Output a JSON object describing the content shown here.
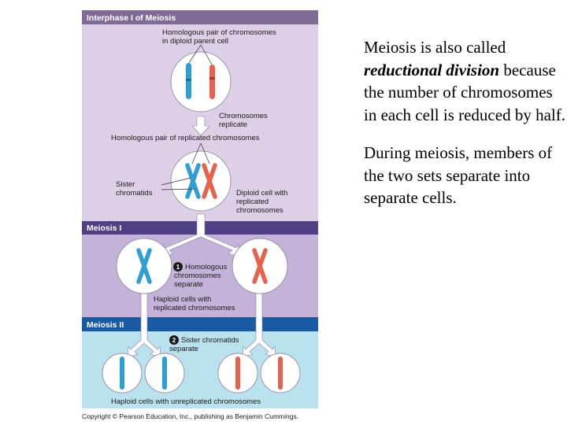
{
  "figure": {
    "sections": {
      "interphase": "Interphase I of Meiosis",
      "meiosis1": "Meiosis I",
      "meiosis2": "Meiosis II"
    },
    "labels": {
      "homologous_pair_1": "Homologous pair of chromosomes",
      "homologous_pair_2": "in diploid parent cell",
      "replicate_1": "Chromosomes",
      "replicate_2": "replicate",
      "replicated_pair": "Homologous pair of replicated chromosomes",
      "sister_1": "Sister",
      "sister_2": "chromatids",
      "diploid_1": "Diploid cell with",
      "diploid_2": "replicated",
      "diploid_3": "chromosomes",
      "step1_num": "1",
      "step1_1": "Homologous",
      "step1_2": "chromosomes",
      "step1_3": "separate",
      "haploid_rep_1": "Haploid cells with",
      "haploid_rep_2": "replicated chromosomes",
      "step2_num": "2",
      "step2_1": "Sister chromatids",
      "step2_2": "separate",
      "haploid_unrep": "Haploid cells with unreplicated chromosomes"
    },
    "copyright": "Copyright © Pearson Education, Inc., publishing as Benjamin Cummings.",
    "colors": {
      "interphase_bg": "#dccfe6",
      "interphase_header": "#7f6a98",
      "meiosis1_bg": "#c3b3d9",
      "meiosis1_header": "#4f3f84",
      "meiosis2_bg": "#b9e1ee",
      "meiosis2_header": "#1a5aa2",
      "chromosome_blue": "#2f9ed2",
      "chromosome_red": "#e8614d",
      "arrow": "#ffffff"
    }
  },
  "text": {
    "p1_start": "Meiosis is also called",
    "p1_em": "reductional division",
    "p1_end": "because the number of chromosomes in each cell is reduced by half.",
    "p2": "During meiosis, members of the two sets separate into separate cells."
  }
}
